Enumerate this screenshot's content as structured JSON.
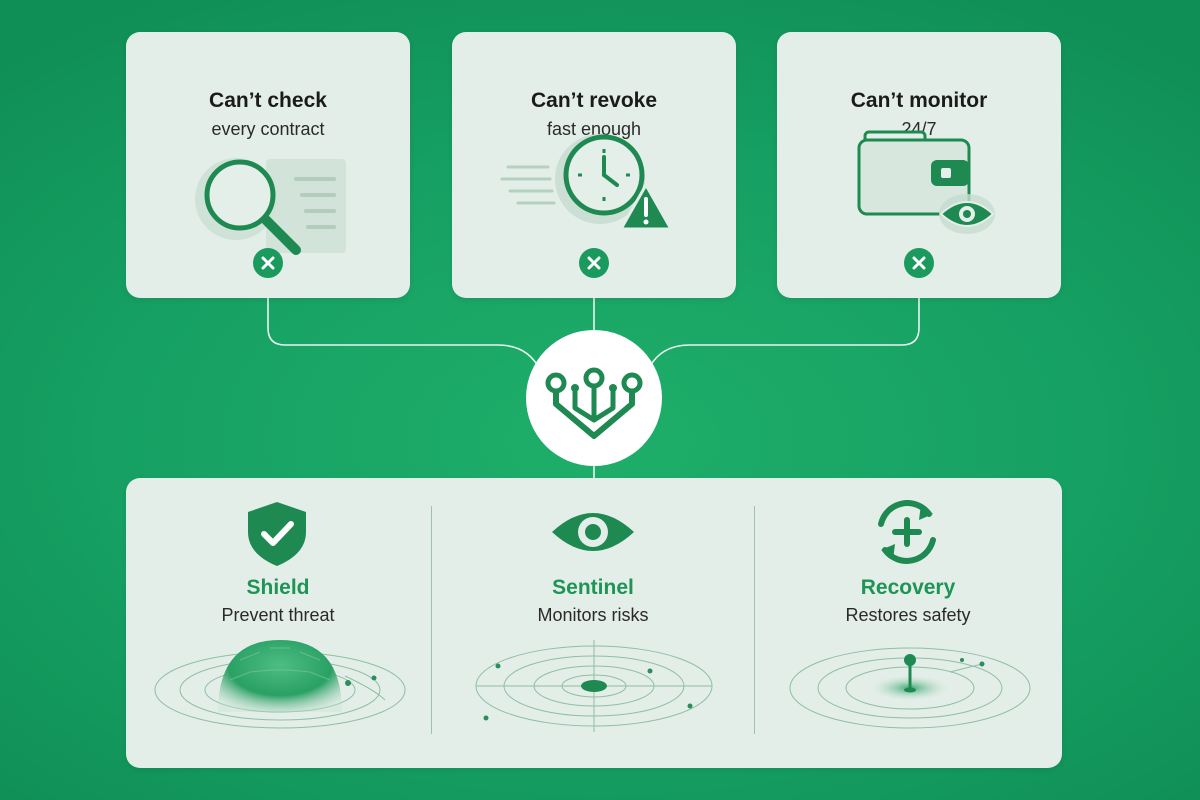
{
  "problems": [
    {
      "title": "Can’t check",
      "subtitle": "every contract",
      "icon": "magnifier-document-icon"
    },
    {
      "title": "Can’t revoke",
      "subtitle": "fast enough",
      "icon": "clock-warning-icon"
    },
    {
      "title": "Can’t monitor",
      "subtitle": "24/7",
      "icon": "wallet-eye-icon"
    }
  ],
  "hub": {
    "icon": "network-hub-icon"
  },
  "solutions": [
    {
      "title": "Shield",
      "subtitle": "Prevent threat",
      "icon": "shield-check-icon"
    },
    {
      "title": "Sentinel",
      "subtitle": "Monitors risks",
      "icon": "eye-icon"
    },
    {
      "title": "Recovery",
      "subtitle": "Restores safety",
      "icon": "refresh-plus-icon"
    }
  ],
  "colors": {
    "background": "#16a063",
    "card": "#e3eee8",
    "accent": "#1b9a5e",
    "accent_dark": "#1e8a52"
  }
}
